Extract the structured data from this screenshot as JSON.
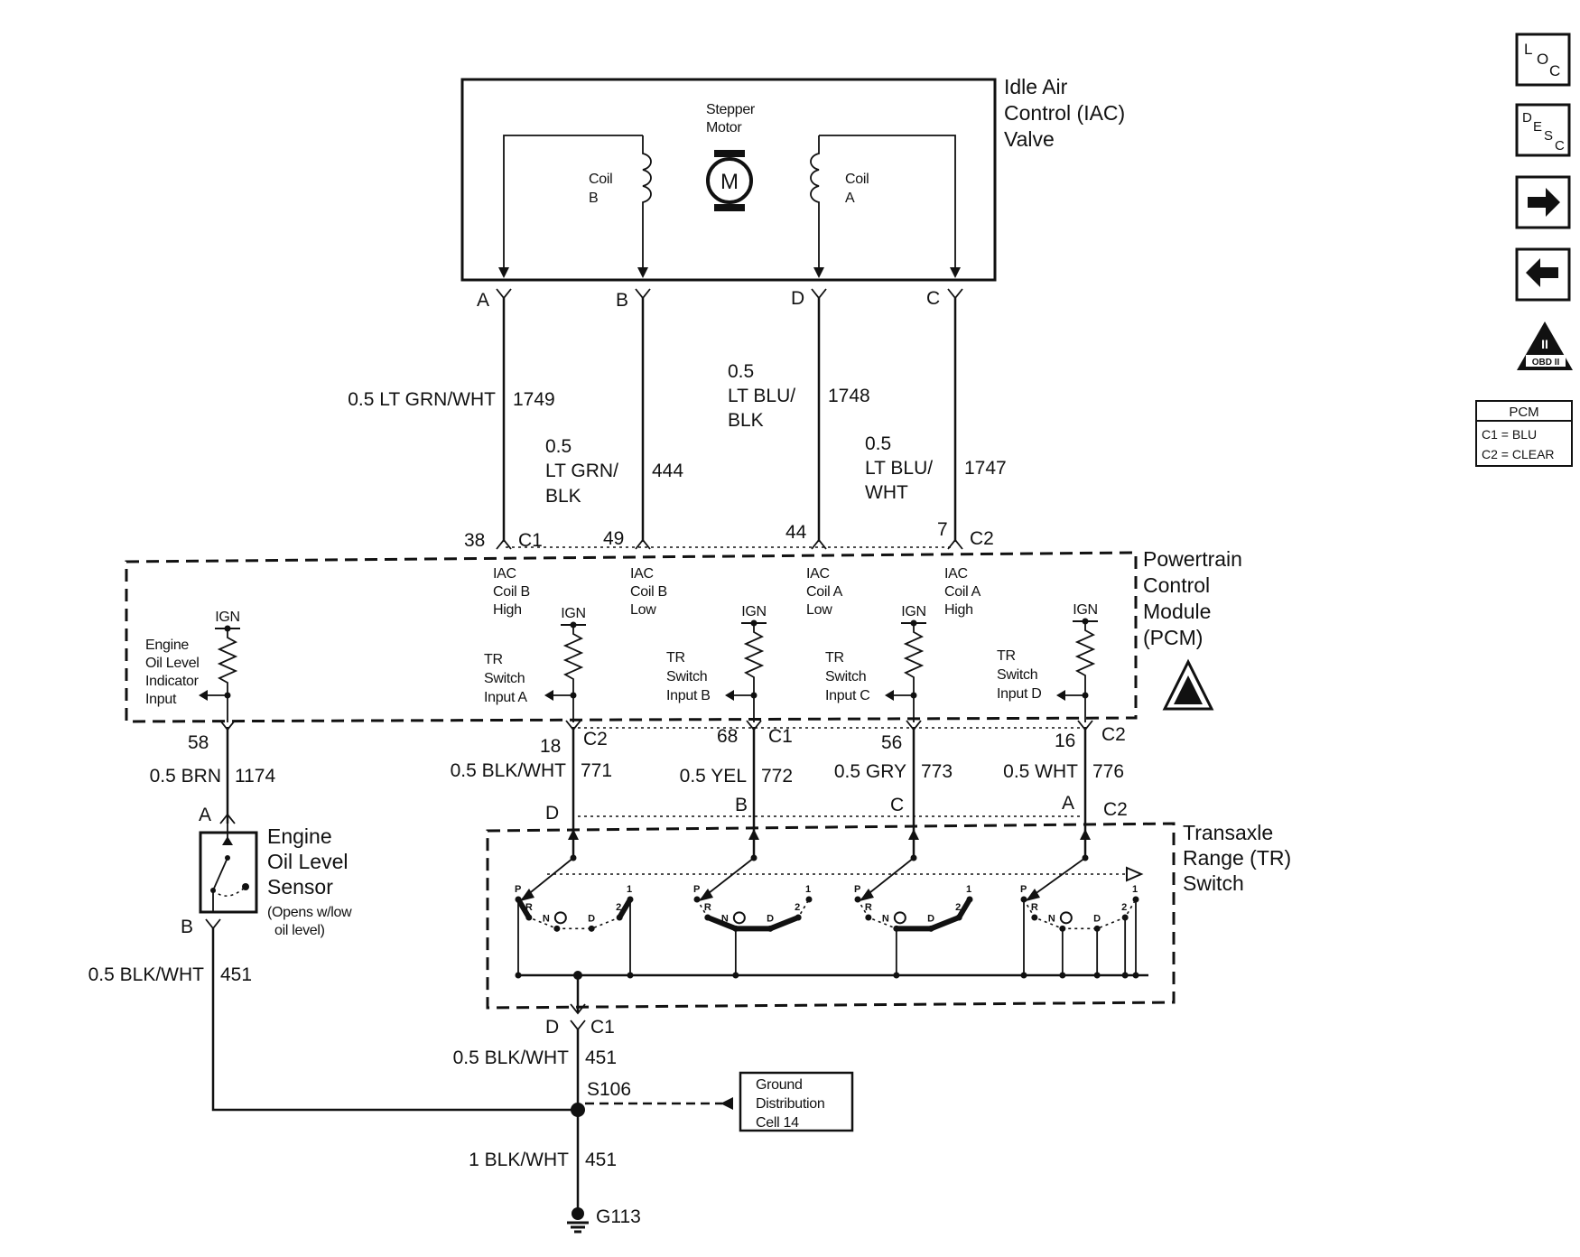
{
  "iac_valve": {
    "title_line1": "Idle Air",
    "title_line2": "Control (IAC)",
    "title_line3": "Valve",
    "stepper_line1": "Stepper",
    "stepper_line2": "Motor",
    "motor_letter": "M",
    "coil_b_line1": "Coil",
    "coil_b_line2": "B",
    "coil_a_line1": "Coil",
    "coil_a_line2": "A",
    "pins": [
      "A",
      "B",
      "D",
      "C"
    ]
  },
  "iac_wires": [
    {
      "gauge": "0.5",
      "color": "LT GRN/WHT",
      "circuit": "1749"
    },
    {
      "gauge": "0.5",
      "color_line1": "LT GRN/",
      "color_line2": "BLK",
      "circuit": "444"
    },
    {
      "gauge": "0.5",
      "color_line1": "LT BLU/",
      "color_line2": "BLK",
      "circuit": "1748"
    },
    {
      "gauge": "0.5",
      "color_line1": "LT BLU/",
      "color_line2": "WHT",
      "circuit": "1747"
    }
  ],
  "pcm": {
    "title_line1": "Powertrain",
    "title_line2": "Control",
    "title_line3": "Module",
    "title_line4": "(PCM)",
    "top_pins": [
      {
        "num": "38",
        "connector": "C1"
      },
      {
        "num": "49",
        "connector": ""
      },
      {
        "num": "44",
        "connector": ""
      },
      {
        "num": "7",
        "connector": "C2"
      }
    ],
    "iac_labels": [
      {
        "l1": "IAC",
        "l2": "Coil B",
        "l3": "High"
      },
      {
        "l1": "IAC",
        "l2": "Coil B",
        "l3": "Low"
      },
      {
        "l1": "IAC",
        "l2": "Coil A",
        "l3": "Low"
      },
      {
        "l1": "IAC",
        "l2": "Coil A",
        "l3": "High"
      }
    ],
    "ign_label": "IGN",
    "oil_input": {
      "l1": "Engine",
      "l2": "Oil Level",
      "l3": "Indicator",
      "l4": "Input"
    },
    "tr_inputs": [
      {
        "l1": "TR",
        "l2": "Switch",
        "l3": "Input A"
      },
      {
        "l1": "TR",
        "l2": "Switch",
        "l3": "Input B"
      },
      {
        "l1": "TR",
        "l2": "Switch",
        "l3": "Input C"
      },
      {
        "l1": "TR",
        "l2": "Switch",
        "l3": "Input D"
      }
    ],
    "bottom_pins": [
      {
        "num": "58",
        "connector": ""
      },
      {
        "num": "18",
        "connector": "C2"
      },
      {
        "num": "68",
        "connector": "C1"
      },
      {
        "num": "56",
        "connector": ""
      },
      {
        "num": "16",
        "connector": "C2"
      }
    ]
  },
  "lower_wires": [
    {
      "label": "0.5 BRN",
      "circuit": "1174"
    },
    {
      "label": "0.5 BLK/WHT",
      "circuit": "771"
    },
    {
      "label": "0.5 YEL",
      "circuit": "772"
    },
    {
      "label": "0.5 GRY",
      "circuit": "773"
    },
    {
      "label": "0.5 WHT",
      "circuit": "776"
    }
  ],
  "oil_sensor": {
    "pin_top": "A",
    "pin_bottom": "B",
    "l1": "Engine",
    "l2": "Oil Level",
    "l3": "Sensor",
    "note1": "(Opens w/low",
    "note2": "oil level)"
  },
  "tr_switch": {
    "l1": "Transaxle",
    "l2": "Range (TR)",
    "l3": "Switch",
    "top_pins": [
      "D",
      "B",
      "C",
      "A"
    ],
    "top_connector": "C2",
    "positions": [
      "P",
      "R",
      "N",
      "D",
      "2",
      "1"
    ],
    "bottom_pin": "D",
    "bottom_connector": "C1"
  },
  "ground": {
    "wire_451_left": {
      "label": "0.5 BLK/WHT",
      "circuit": "451"
    },
    "wire_451_mid": {
      "label": "0.5 BLK/WHT",
      "circuit": "451"
    },
    "splice": "S106",
    "dist_line1": "Ground",
    "dist_line2": "Distribution",
    "dist_line3": "Cell 14",
    "wire_451_low": {
      "label": "1 BLK/WHT",
      "circuit": "451"
    },
    "ground_id": "G113"
  },
  "sidebar": {
    "loc": {
      "a": "L",
      "b": "O",
      "c": "C"
    },
    "desc": {
      "a": "D",
      "b": "E",
      "c": "S",
      "d": "C"
    },
    "next_icon": "arrow-right-icon",
    "prev_icon": "arrow-left-icon",
    "obd": "OBD II",
    "obd_numeral": "II",
    "pcm_key_title": "PCM",
    "pcm_key_c1": "C1 = BLU",
    "pcm_key_c2": "C2 = CLEAR"
  }
}
